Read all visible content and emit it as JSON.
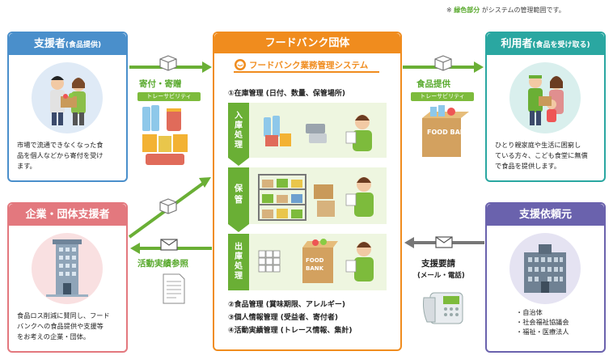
{
  "note": {
    "prefix": "※",
    "highlight": "緑色部分",
    "suffix": "がシステムの管理範囲です。"
  },
  "supporter": {
    "title": "支援者",
    "sub": "(食品提供)",
    "desc": [
      "市場で流通できなくなった食",
      "品を個人などから寄付を受け",
      "ます。"
    ]
  },
  "corporate": {
    "title": "企業・団体支援者",
    "desc": [
      "食品ロス削減に賛同し、フード",
      "バンクへの食品提供や支援等",
      "をお考えの企業・団体。"
    ]
  },
  "foodbank": {
    "title": "フードバンク団体",
    "system_name": "フードバンク業務管理システム",
    "inventory": "①在庫管理 (日付、数量、保管場所)",
    "stages": [
      "入庫処理",
      "保管",
      "出庫処理"
    ],
    "bottom_items": [
      "②食品管理 (賞味期限、アレルギー)",
      "③個人情報管理 (受益者、寄付者)",
      "④活動実績管理 (トレース情報、集計)"
    ],
    "box_text": "FOOD BANK"
  },
  "user": {
    "title": "利用者",
    "sub": "(食品を受け取る)",
    "desc": [
      "ひとり親家庭や生活に困窮し",
      "ている方々、こども食堂に無償",
      "で食品を提供します。"
    ]
  },
  "requester": {
    "title": "支援依頼元",
    "items": [
      "・自治体",
      "・社会福祉協議会",
      "・福祉・医療法人"
    ]
  },
  "flows": {
    "donation": "寄付・寄贈",
    "traceability": "トレーサビリティ",
    "food_provision": "食品提供",
    "activity_ref": "活動実績参照",
    "support_request": "支援要請",
    "request_means": "(メール・電話)",
    "foodbank_box": "FOOD BANK"
  },
  "colors": {
    "blue": "#4a8fcb",
    "pink": "#e3787e",
    "orange": "#f08c1e",
    "teal": "#2aa7a1",
    "purple": "#6a62ad",
    "green": "#6aaf35"
  }
}
